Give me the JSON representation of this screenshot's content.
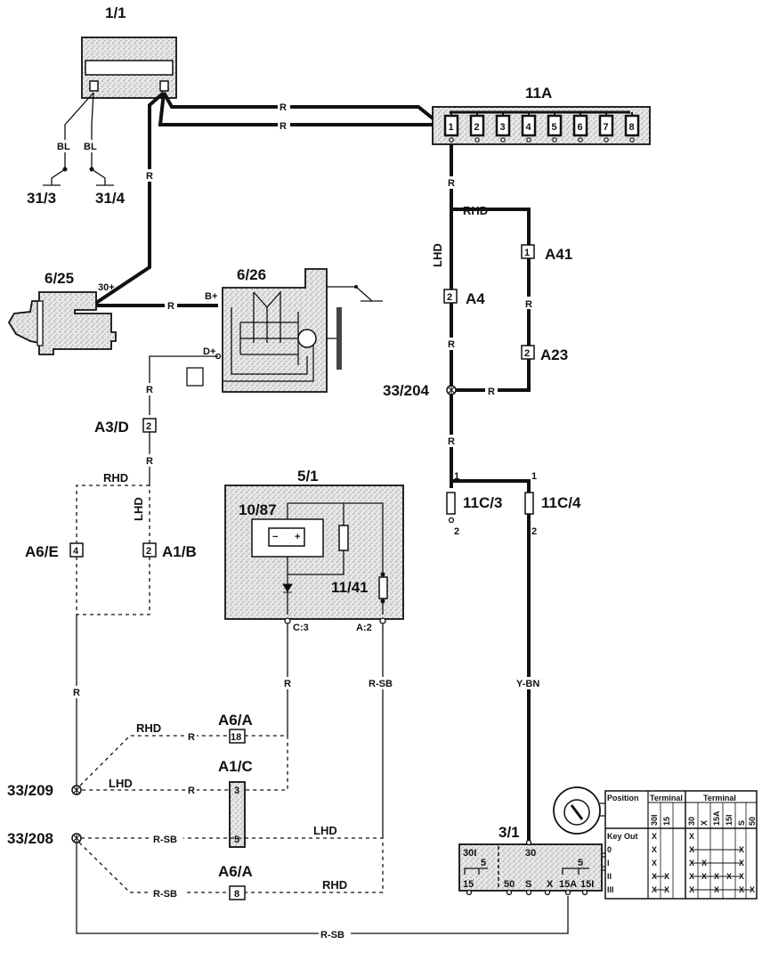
{
  "title": "Charging / starting system wiring diagram",
  "components": {
    "battery": {
      "id": "1/1"
    },
    "fusebox": {
      "id": "11A",
      "pins": [
        "1",
        "2",
        "3",
        "4",
        "5",
        "6",
        "7",
        "8"
      ]
    },
    "ground_left": {
      "id": "31/3"
    },
    "ground_right": {
      "id": "31/4"
    },
    "starter": {
      "id": "6/25",
      "terminal": "30+"
    },
    "alternator": {
      "id": "6/26",
      "terminal_bplus": "B+",
      "terminal_dplus": "D+"
    },
    "control_unit": {
      "id": "5/1",
      "battery_relay": "10/87",
      "fuse": "11/41",
      "pin_c3": "C:3",
      "pin_a2": "A:2"
    },
    "ignition_switch": {
      "id": "3/1",
      "top_terminal": "30",
      "terminals": [
        "30I",
        "5",
        "5",
        "15",
        "50",
        "S",
        "X",
        "15A",
        "15I"
      ]
    },
    "fuse_11c3": {
      "id": "11C/3",
      "pin_top": "1",
      "pin_bottom": "2"
    },
    "fuse_11c4": {
      "id": "11C/4",
      "pin_top": "1",
      "pin_bottom": "2"
    },
    "splice_204": {
      "id": "33/204"
    },
    "splice_209": {
      "id": "33/209"
    },
    "splice_208": {
      "id": "33/208"
    }
  },
  "connectors": [
    {
      "id": "A41",
      "pin": "1"
    },
    {
      "id": "A4",
      "pin": "2"
    },
    {
      "id": "A23",
      "pin": "2"
    },
    {
      "id": "A3/D",
      "pin": "2"
    },
    {
      "id": "A6/E",
      "pin": "4"
    },
    {
      "id": "A1/B",
      "pin": "2"
    },
    {
      "id": "A6/A",
      "pin": "18"
    },
    {
      "id": "A1/C",
      "pin_top": "3",
      "pin_bottom": "5"
    },
    {
      "id": "A6/A",
      "pin": "8"
    }
  ],
  "wire_labels": {
    "bl": "BL",
    "r": "R",
    "rsb": "R-SB",
    "ybn": "Y-BN",
    "rhd": "RHD",
    "lhd": "LHD"
  },
  "switch_table": {
    "header_position": "Position",
    "header_terminal": "Terminal",
    "left_columns": [
      "30I",
      "15",
      ""
    ],
    "right_columns": [
      "30",
      "X",
      "15A",
      "15I",
      "S",
      "50"
    ],
    "rows": [
      {
        "label": "Key Out",
        "left": [
          "X",
          "",
          ""
        ],
        "right": [
          "X",
          "",
          "",
          "",
          "",
          ""
        ]
      },
      {
        "label": "0",
        "left": [
          "X",
          "",
          ""
        ],
        "right": [
          "X",
          "",
          "",
          "",
          "X",
          ""
        ]
      },
      {
        "label": "I",
        "left": [
          "X",
          "",
          ""
        ],
        "right": [
          "X",
          "X",
          "",
          "",
          "X",
          ""
        ]
      },
      {
        "label": "II",
        "left": [
          "X",
          "X",
          ""
        ],
        "right": [
          "X",
          "X",
          "X",
          "X",
          "X",
          ""
        ]
      },
      {
        "label": "III",
        "left": [
          "X",
          "X",
          ""
        ],
        "right": [
          "X",
          "",
          "X",
          "",
          "X",
          "X"
        ]
      }
    ]
  }
}
